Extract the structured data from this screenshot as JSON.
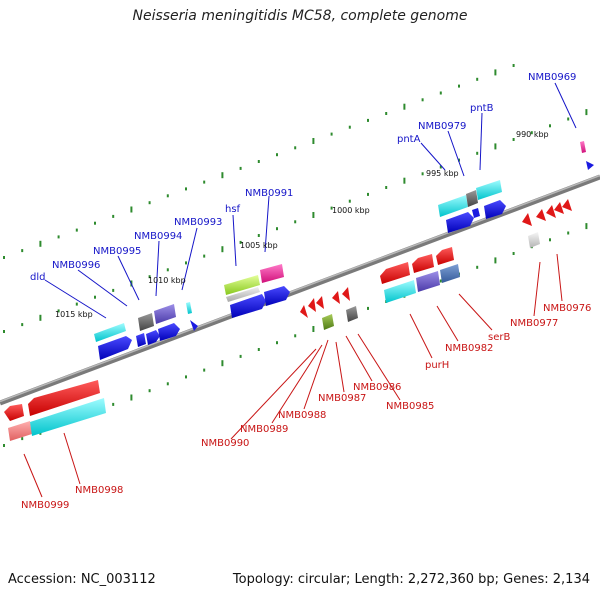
{
  "title": "Neisseria meningitidis MC58, complete genome",
  "footer": {
    "accession": "Accession: NC_003112",
    "stats": "Topology: circular; Length: 2,272,360 bp; Genes: 2,134"
  },
  "colors": {
    "backbone": "#8a8a8a",
    "tick": "#2e8b2e",
    "forward_label": "#1515c8",
    "reverse_label": "#c81515"
  },
  "scale_labels": [
    "990 kbp",
    "995 kbp",
    "1000 kbp",
    "1005 kbp",
    "1010 kbp",
    "1015 kbp"
  ],
  "forward_genes": [
    "NMB0969",
    "pntB",
    "NMB0979",
    "pntA",
    "hsf",
    "NMB0991",
    "NMB0993",
    "NMB0994",
    "NMB0995",
    "NMB0996",
    "dld"
  ],
  "reverse_genes": [
    "NMB0976",
    "NMB0977",
    "serB",
    "NMB0982",
    "purH",
    "NMB0985",
    "NMB0986",
    "NMB0987",
    "NMB0988",
    "NMB0989",
    "NMB0990",
    "NMB0998",
    "NMB0999"
  ]
}
